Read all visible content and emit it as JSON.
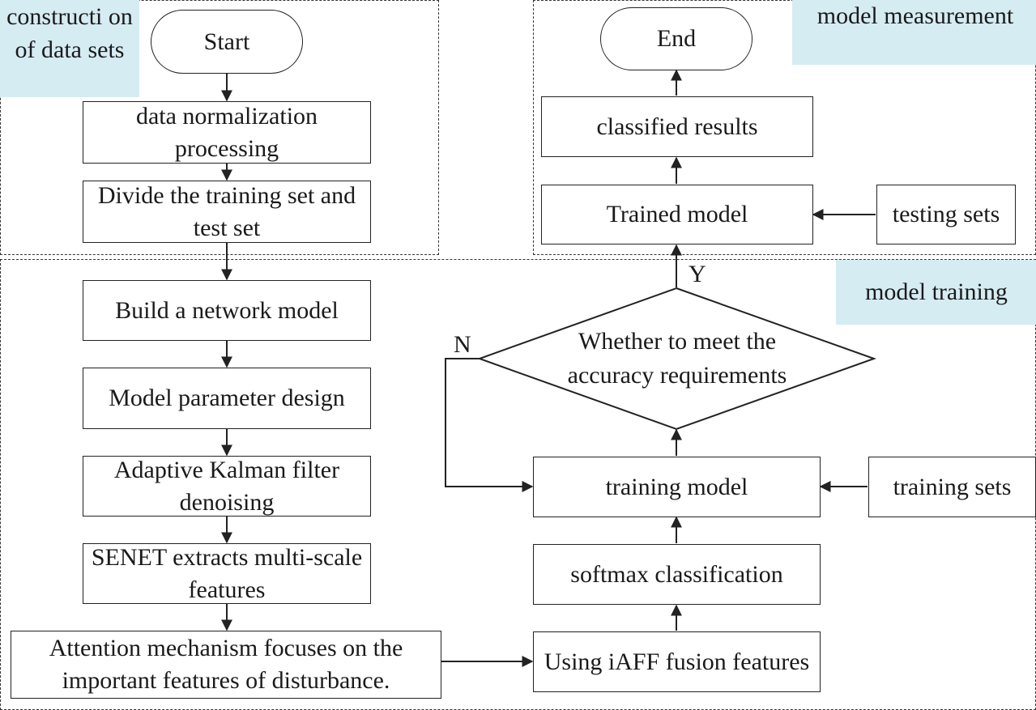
{
  "regions": {
    "data_construction": "constructi on of data sets",
    "model_measurement": "model measurement",
    "model_training": "model training"
  },
  "nodes": {
    "start": "Start",
    "normalization": "data normalization processing",
    "divide": "Divide the training set and test set",
    "build": "Build a network model",
    "param": "Model parameter design",
    "kalman": "Adaptive Kalman filter denoising",
    "senet": "SENET extracts multi-scale features",
    "attention": "Attention mechanism focuses on the important features of disturbance.",
    "iaff": "Using iAFF fusion features",
    "softmax": "softmax classification",
    "training_model": "training model",
    "training_sets": "training sets",
    "decision": "Whether to meet the accuracy requirements",
    "trained_model": "Trained model",
    "testing_sets": "testing sets",
    "classified": "classified results",
    "end": "End"
  },
  "branches": {
    "yes": "Y",
    "no": "N"
  }
}
